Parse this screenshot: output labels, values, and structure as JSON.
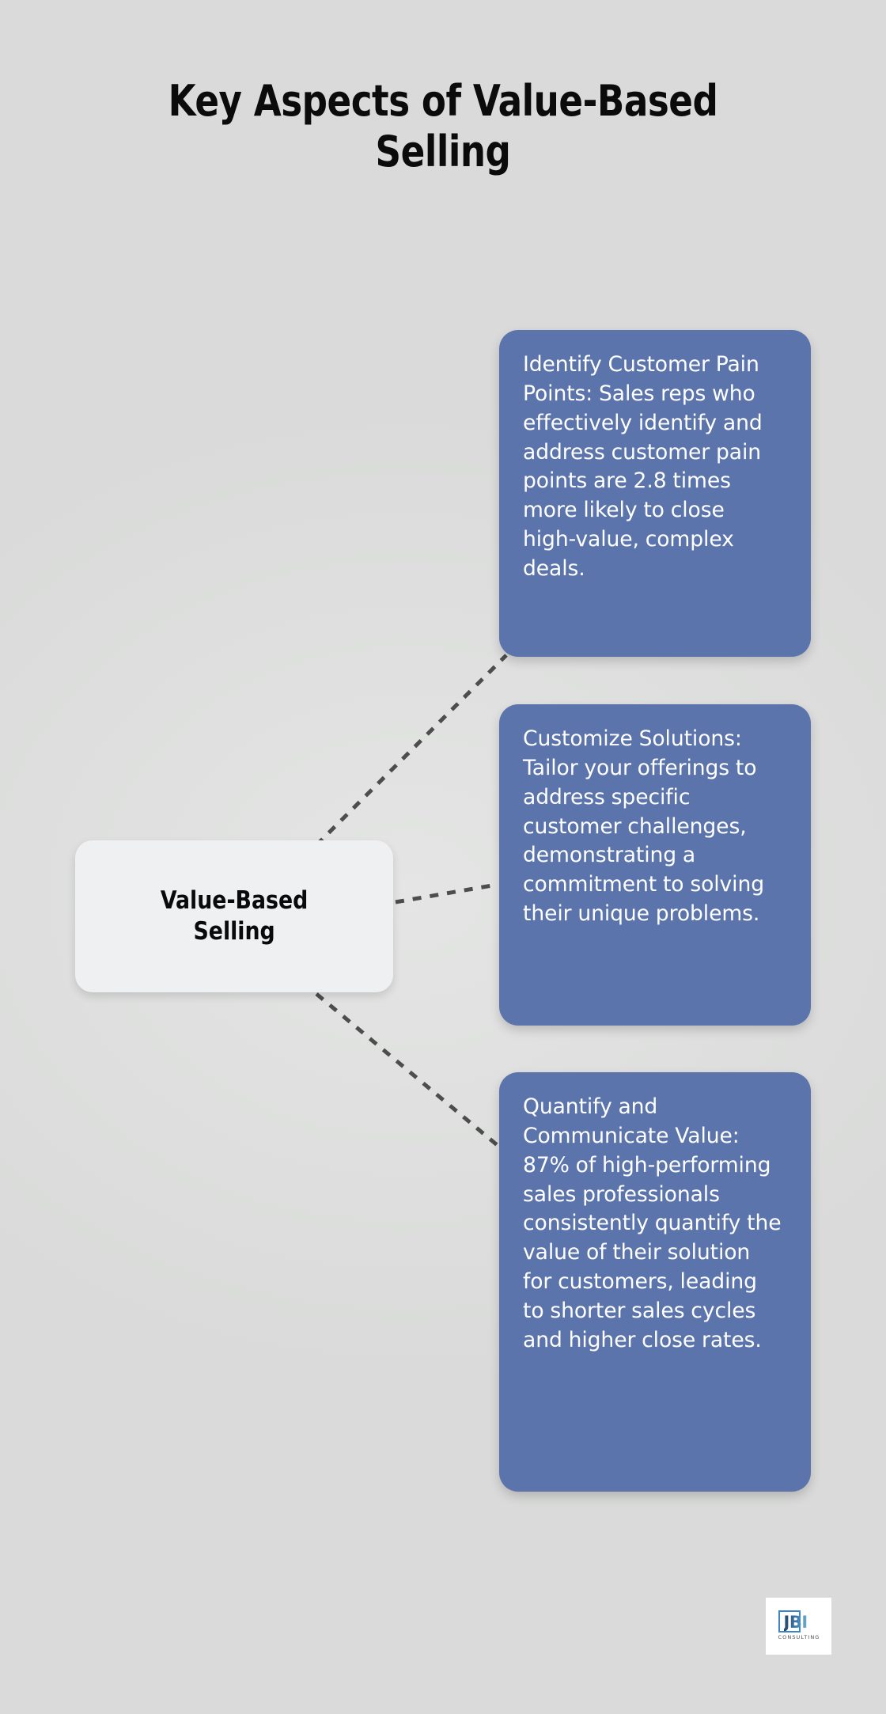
{
  "title": "Key Aspects of Value-Based\nSelling",
  "center_node": {
    "label": "Value-Based\nSelling"
  },
  "cards": [
    {
      "text": "Identify Customer Pain Points: Sales reps who effectively identify and address customer pain points are 2.8 times more likely to close high-value, complex deals."
    },
    {
      "text": "Customize Solutions: Tailor your offerings to address specific customer challenges, demonstrating a commitment to solving their unique problems."
    },
    {
      "text": "Quantify and Communicate Value: 87% of high-performing sales professionals consistently quantify the value of their solution for customers, leading to shorter sales cycles and higher close rates."
    }
  ],
  "logo": {
    "mark": "JBI",
    "subtitle": "CONSULTING"
  },
  "colors": {
    "background": "#dfe1e0",
    "card_blue": "#5b74ac",
    "center_node": "#eef0f1",
    "title_text": "#0b0b0b",
    "card_text": "#ffffff",
    "connector": "#4d4d4d",
    "logo_blue": "#3d86c6"
  }
}
